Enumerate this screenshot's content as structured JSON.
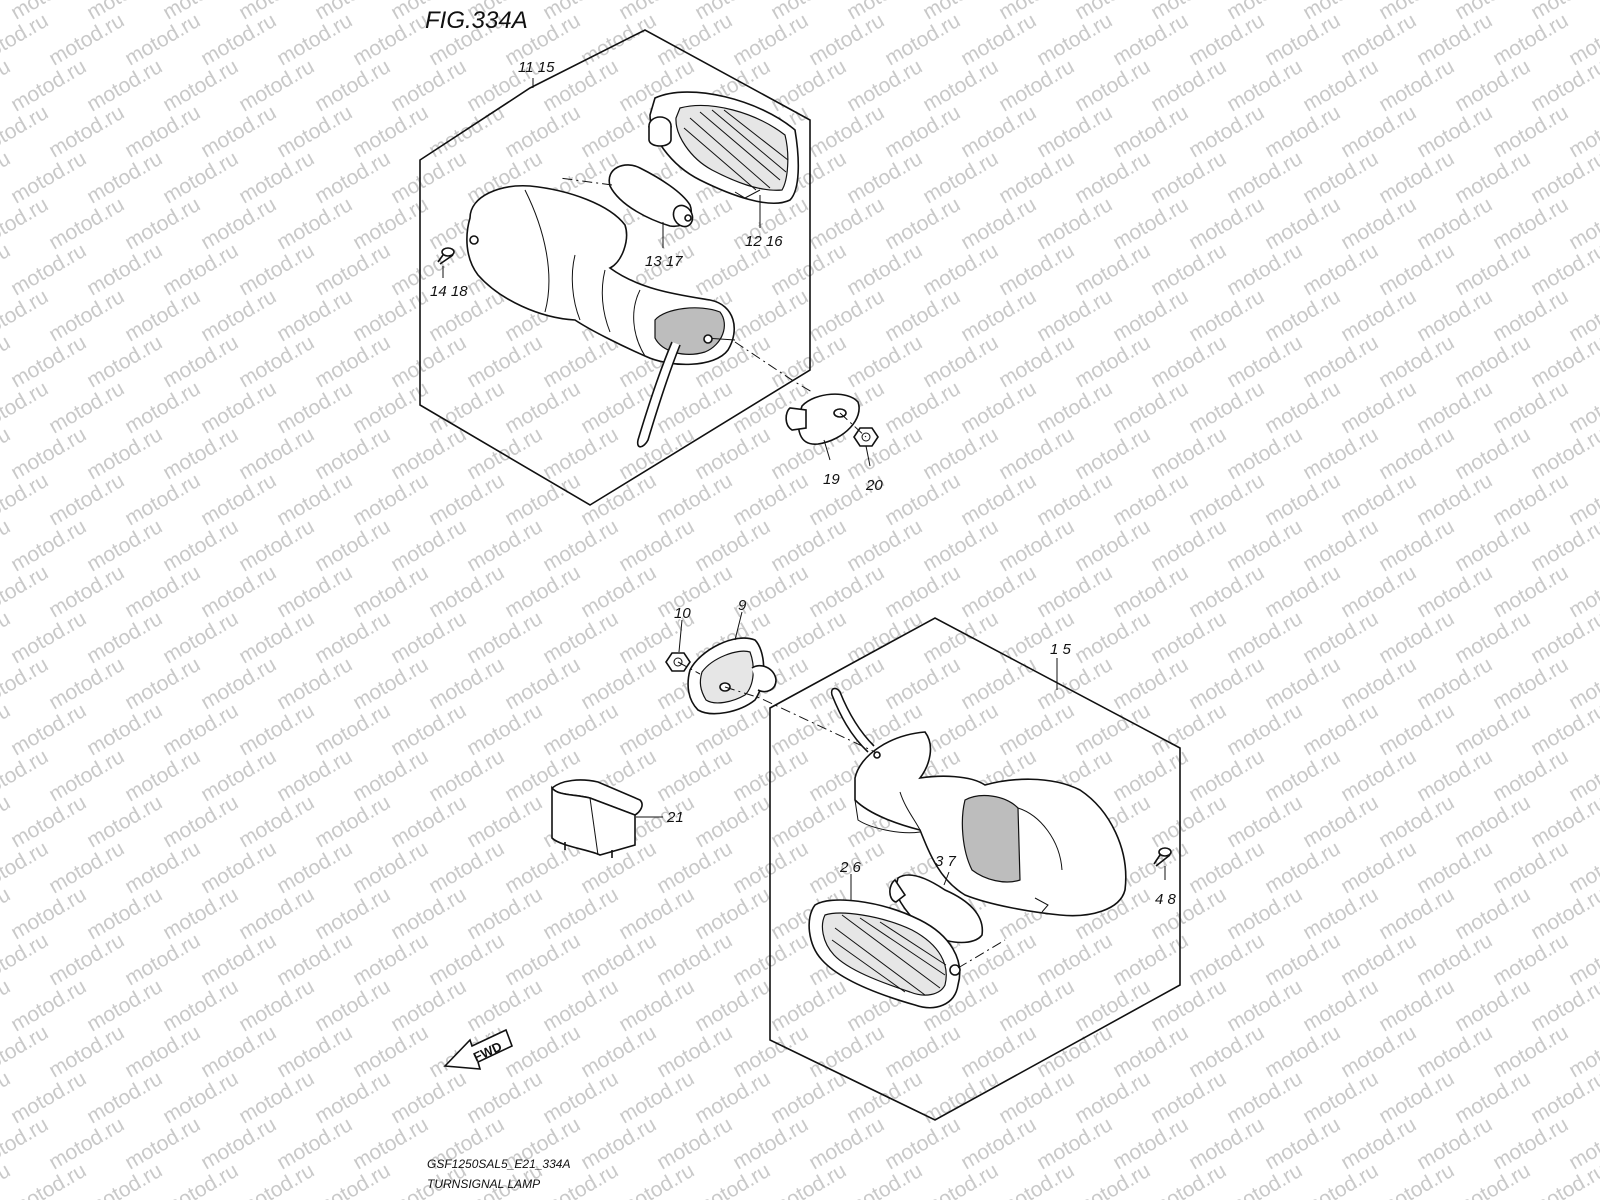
{
  "figure": {
    "title": "FIG.334A"
  },
  "watermark": {
    "text": "motod.ru"
  },
  "callouts": {
    "c_1_5": "1 5",
    "c_2_6": "2 6",
    "c_3_7": "3 7",
    "c_4_8": "4 8",
    "c_9": "9",
    "c_10": "10",
    "c_11_15": "11 15",
    "c_12_16": "12 16",
    "c_13_17": "13 17",
    "c_14_18": "14 18",
    "c_19": "19",
    "c_20": "20",
    "c_21": "21"
  },
  "direction_arrow": {
    "label": "FWD",
    "icon": "forward-arrow-icon"
  },
  "caption": {
    "code": "GSF1250SAL5_E21_334A",
    "name": "TURNSIGNAL LAMP"
  }
}
